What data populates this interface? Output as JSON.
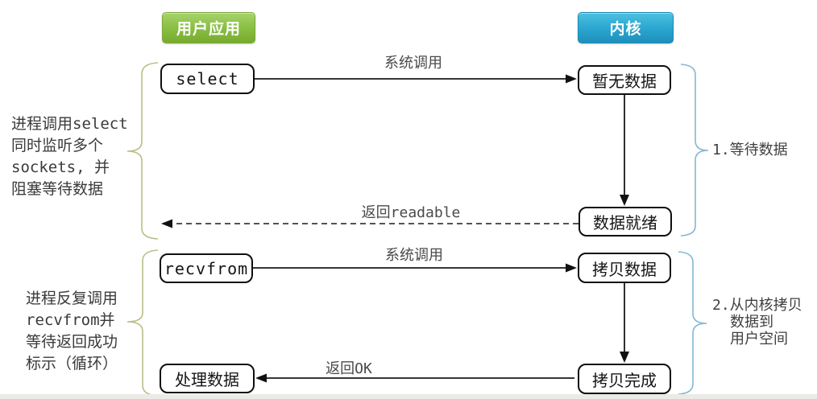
{
  "headers": {
    "user_app": "用户应用",
    "kernel": "内核"
  },
  "boxes": {
    "select": "select",
    "no_data": "暂无数据",
    "data_ready": "数据就绪",
    "recvfrom": "recvfrom",
    "copy_data": "拷贝数据",
    "copy_done": "拷贝完成",
    "process_data": "处理数据"
  },
  "arrows": {
    "syscall_1": "系统调用",
    "return_readable": "返回readable",
    "syscall_2": "系统调用",
    "return_ok": "返回OK"
  },
  "annotations": {
    "left_1": {
      "lines": [
        "进程调用select",
        "同时监听多个",
        "sockets, 并",
        "阻塞等待数据"
      ]
    },
    "left_2": {
      "lines": [
        "进程反复调用",
        "recvfrom并",
        "等待返回成功",
        "标示（循环）"
      ]
    },
    "right_1": {
      "lines": [
        "1.等待数据"
      ]
    },
    "right_2": {
      "lines": [
        "2.从内核拷贝",
        "数据到",
        "用户空间"
      ]
    }
  },
  "colors": {
    "user_app_green": "#8cc147",
    "kernel_blue": "#2ba7d1",
    "left_brace_olive": "#bcbd88",
    "right_brace_blue": "#83b7d2",
    "arrow_black": "#1a1a1a",
    "label_gray": "#4a4a4a"
  }
}
